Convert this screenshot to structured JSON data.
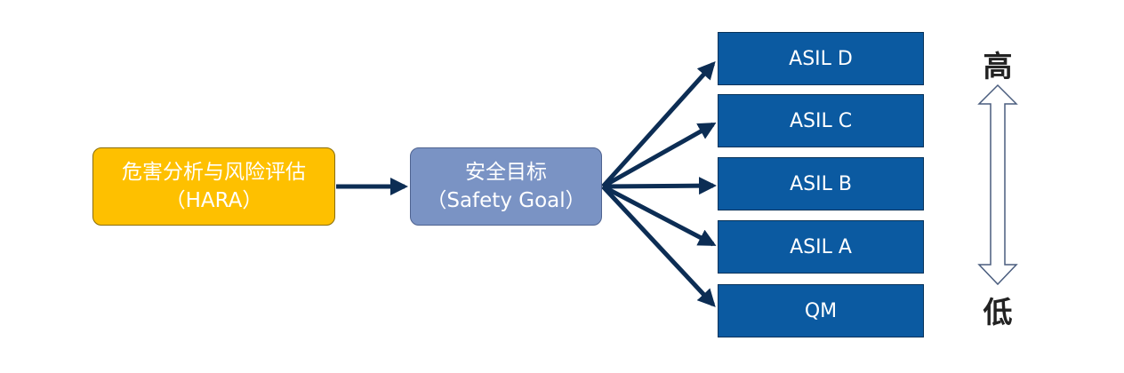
{
  "source_node": {
    "line1": "危害分析与风险评估",
    "line2": "（HARA）",
    "color": "#fec000"
  },
  "goal_node": {
    "line1": "安全目标",
    "line2": "（Safety Goal）",
    "color": "#7a93c4"
  },
  "levels": [
    {
      "label": "ASIL D"
    },
    {
      "label": "ASIL C"
    },
    {
      "label": "ASIL B"
    },
    {
      "label": "ASIL A"
    },
    {
      "label": "QM"
    }
  ],
  "level_box_color": "#0b5aa1",
  "arrow_color": "#0c2d54",
  "scale": {
    "high": "高",
    "low": "低",
    "icon": "double-headed-vertical-arrow-icon"
  }
}
